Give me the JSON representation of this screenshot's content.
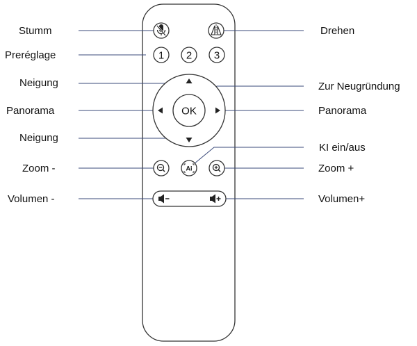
{
  "labels": {
    "stumm": "Stumm",
    "preset": "Preréglage",
    "tilt_up": "Neigung",
    "pan_left": "Panorama",
    "tilt_down": "Neigung",
    "zoom_minus": "Zoom -",
    "volume_minus": "Volumen -",
    "rotate": "Drehen",
    "reset": "Zur Neugründung",
    "pan_right": "Panorama",
    "ai_toggle": "KI ein/aus",
    "zoom_plus": "Zoom +",
    "volume_plus": "Volumen+"
  },
  "buttons": {
    "preset_1": "1",
    "preset_2": "2",
    "preset_3": "3",
    "ok": "OK",
    "ai": "Ai"
  },
  "icons": {
    "mute": "mute-icon",
    "rotate": "rotate-icon",
    "zoom_out": "zoom-out-icon",
    "zoom_in": "zoom-in-icon",
    "volume_down": "volume-down-icon",
    "volume_up": "volume-up-icon"
  }
}
